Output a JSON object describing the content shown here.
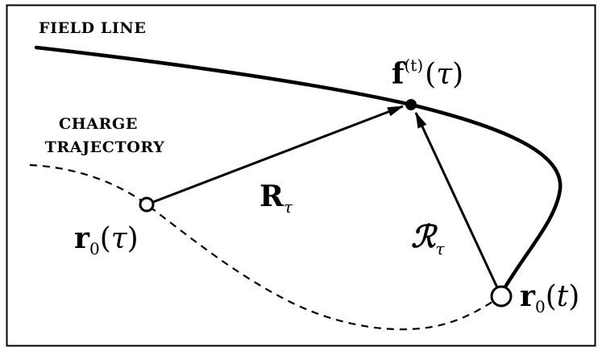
{
  "labels": {
    "field_line": "FIELD LINE",
    "charge_trajectory_line1": "CHARGE",
    "charge_trajectory_line2": "TRAJECTORY"
  },
  "math": {
    "f_bold": "f",
    "f_sup": "(t)",
    "f_arg_open": "(",
    "f_arg_var": "τ",
    "f_arg_close": ")",
    "R_bold": "R",
    "R_sub": "τ",
    "Rcal": "ℛ",
    "Rcal_sub": "τ",
    "r0tau_bold": "r",
    "r0tau_sub": "0",
    "r0tau_open": "(",
    "r0tau_var": "τ",
    "r0tau_close": ")",
    "r0t_bold": "r",
    "r0t_sub": "0",
    "r0t_open": "(",
    "r0t_var": "t",
    "r0t_close": ")"
  },
  "colors": {
    "ink": "#000000",
    "background": "#ffffff"
  }
}
